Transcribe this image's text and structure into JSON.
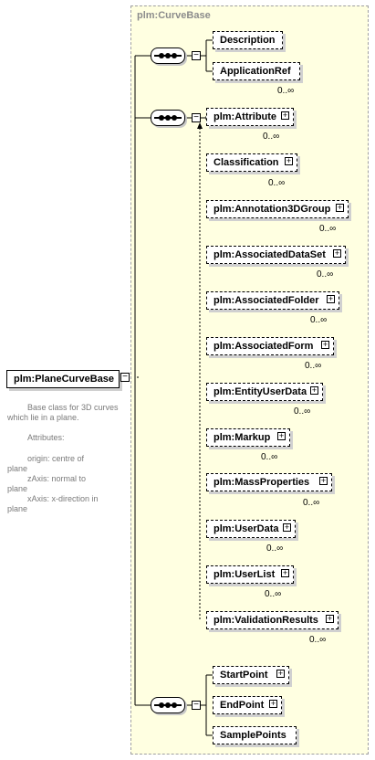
{
  "group_title": "plm:CurveBase",
  "root": {
    "label": "plm:PlaneCurveBase"
  },
  "documentation": [
    "Base class for 3D curves",
    "which lie in a plane.",
    "Attributes:",
    "origin:        centre of",
    "plane",
    "zAxis:          normal to",
    "plane",
    "xAxis:          x-direction in",
    "plane"
  ],
  "seq1": [
    {
      "label": "Description",
      "card": ""
    },
    {
      "label": "ApplicationRef",
      "card": "0..∞"
    }
  ],
  "seq2": [
    {
      "label": "plm:Attribute",
      "card": "0..∞"
    },
    {
      "label": "Classification",
      "card": "0..∞"
    },
    {
      "label": "plm:Annotation3DGroup",
      "card": "0..∞"
    },
    {
      "label": "plm:AssociatedDataSet",
      "card": "0..∞"
    },
    {
      "label": "plm:AssociatedFolder",
      "card": "0..∞"
    },
    {
      "label": "plm:AssociatedForm",
      "card": "0..∞"
    },
    {
      "label": "plm:EntityUserData",
      "card": "0..∞"
    },
    {
      "label": "plm:Markup",
      "card": "0..∞"
    },
    {
      "label": "plm:MassProperties",
      "card": "0..∞"
    },
    {
      "label": "plm:UserData",
      "card": "0..∞"
    },
    {
      "label": "plm:UserList",
      "card": "0..∞"
    },
    {
      "label": "plm:ValidationResults",
      "card": "0..∞"
    }
  ],
  "seq3": [
    {
      "label": "StartPoint",
      "card": ""
    },
    {
      "label": "EndPoint",
      "card": ""
    },
    {
      "label": "SamplePoints",
      "card": ""
    }
  ],
  "expand_symbol": "+",
  "collapse_symbol": "−"
}
